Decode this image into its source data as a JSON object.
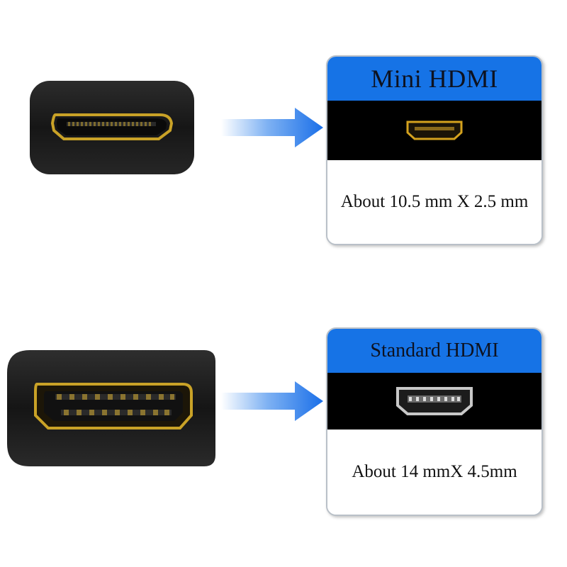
{
  "mini": {
    "title": "Mini HDMI",
    "size": "About 10.5 mm X 2.5 mm"
  },
  "standard": {
    "title": "Standard HDMI",
    "size": "About 14 mmX 4.5mm"
  },
  "colors": {
    "header_blue": "#1673e6",
    "arrow_blue": "#1a6fe8",
    "gold": "#c9a227",
    "connector_black": "#161616"
  }
}
